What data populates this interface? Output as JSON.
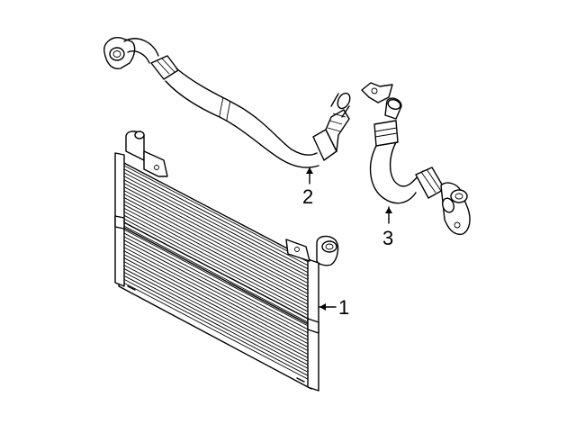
{
  "callouts": [
    {
      "id": "1",
      "label": "1"
    },
    {
      "id": "2",
      "label": "2"
    },
    {
      "id": "3",
      "label": "3"
    }
  ],
  "parts": [
    {
      "callout": "1",
      "icon": "oil-cooler-radiator-icon"
    },
    {
      "callout": "2",
      "icon": "upper-oil-hose-icon"
    },
    {
      "callout": "3",
      "icon": "lower-oil-hose-icon"
    }
  ],
  "colors": {
    "line": "#000000",
    "background": "#ffffff"
  }
}
